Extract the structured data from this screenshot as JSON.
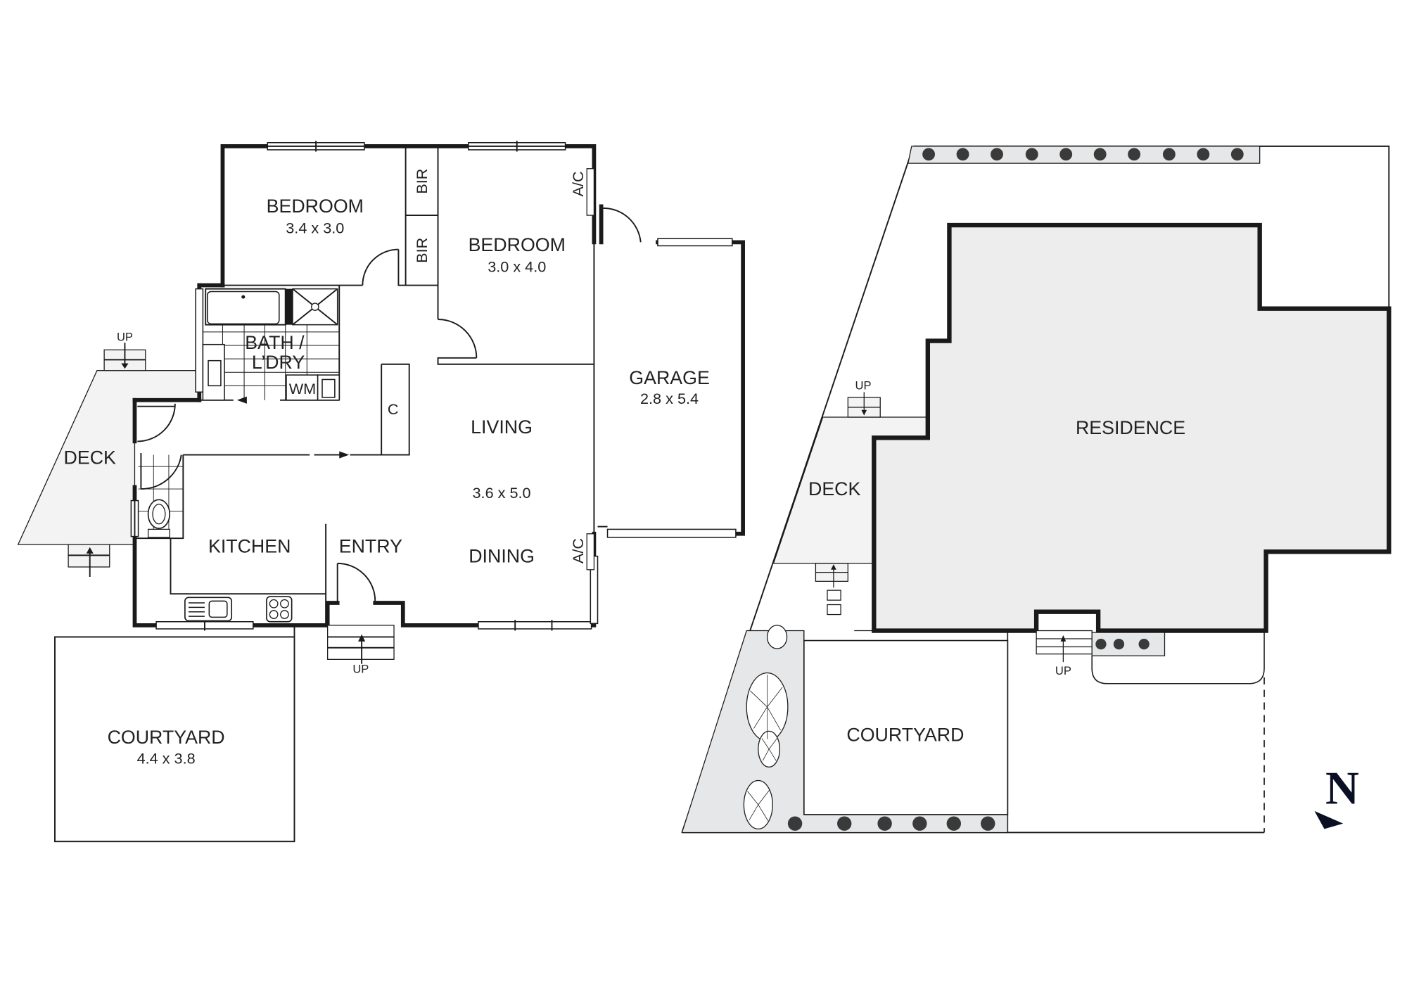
{
  "floor_plan": {
    "rooms": [
      {
        "id": "bedroom1",
        "label": "BEDROOM",
        "dims": "3.4 x 3.0"
      },
      {
        "id": "bedroom2",
        "label": "BEDROOM",
        "dims": "3.0 x 4.0"
      },
      {
        "id": "bath",
        "label_line1": "BATH /",
        "label_line2": "L’DRY"
      },
      {
        "id": "garage",
        "label": "GARAGE",
        "dims": "2.8 x 5.4"
      },
      {
        "id": "living",
        "label": "LIVING",
        "dims": "3.6 x 5.0"
      },
      {
        "id": "dining",
        "label": "DINING"
      },
      {
        "id": "kitchen",
        "label": "KITCHEN"
      },
      {
        "id": "entry",
        "label": "ENTRY"
      },
      {
        "id": "deck",
        "label": "DECK"
      },
      {
        "id": "courtyard",
        "label": "COURTYARD",
        "dims": "4.4 x 3.8"
      }
    ],
    "fixtures": {
      "bir": "BIR",
      "ac": "A/C",
      "cupboard": "C",
      "washing_machine": "WM",
      "stairs_up": "UP"
    }
  },
  "site_plan": {
    "residence": "RESIDENCE",
    "deck": "DECK",
    "courtyard": "COURTYARD",
    "stairs_up": "UP"
  },
  "compass": {
    "label": "N"
  },
  "colors": {
    "wall": "#1a1a1a",
    "residence_fill": "#ededed",
    "deck_fill": "#f3f3f3",
    "garden_fill": "#e6e7e8",
    "north": "#0a0f24"
  }
}
